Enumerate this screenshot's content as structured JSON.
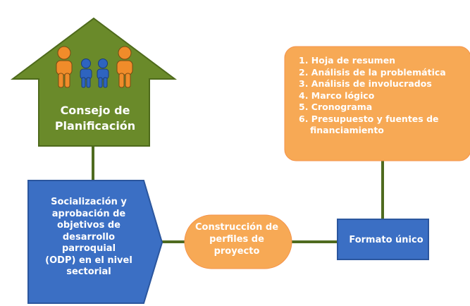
{
  "colors": {
    "green": "#6a8a2a",
    "green_dark": "#4e6a1b",
    "blue": "#3b6fc4",
    "blue_dark": "#2b569e",
    "orange": "#f7a955",
    "orange_border": "#f4924a",
    "connector": "#4f6b1f",
    "person_orange": "#f08c2a",
    "person_blue": "#2e64c0"
  },
  "house": {
    "label": "Consejo de\nPlanificación",
    "icon": "people-group-icon"
  },
  "objectives_box": {
    "label": "Socialización y\naprobación de\nobjetivos de\ndesarrollo\nparroquial\n(ODP) en el nivel\nsectorial"
  },
  "profiles_box": {
    "label": "Construcción de\nperfiles de proyecto"
  },
  "format_box": {
    "label": "Formato único"
  },
  "contents_list": {
    "items": [
      "1. Hoja de resumen",
      "2. Análisis de la problemática",
      "3. Análisis de involucrados",
      "4. Marco lógico",
      "5. Cronograma",
      "6. Presupuesto y fuentes de financiamiento"
    ]
  }
}
